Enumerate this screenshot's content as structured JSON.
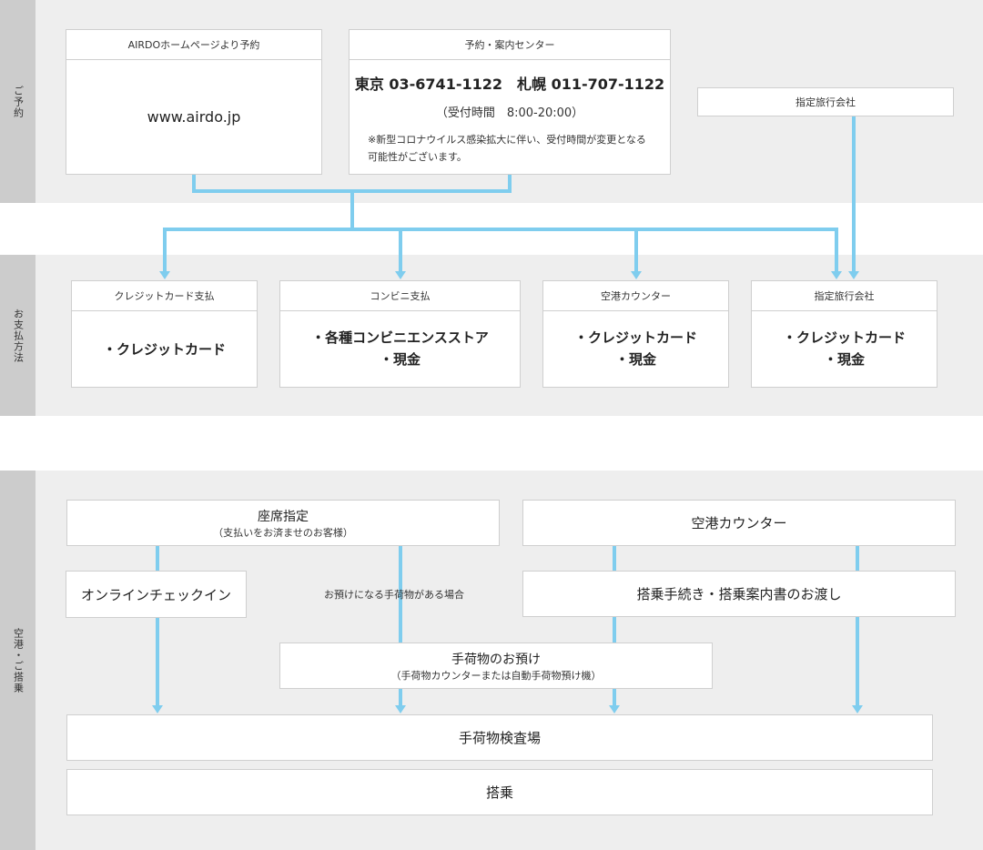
{
  "sections": {
    "reservation": "ご予約",
    "payment": "お支払方法",
    "boarding": "空港・ご搭乗"
  },
  "reservation": {
    "web": {
      "header": "AIRDOホームページより予約",
      "url": "www.airdo.jp"
    },
    "center": {
      "header": "予約・案内センター",
      "phones": "東京 03-6741-1122　札幌 011-707-1122",
      "hours": "（受付時間　8:00-20:00）",
      "note": "※新型コロナウイルス感染拡大に伴い、受付時間が変更となる可能性がございます。"
    },
    "agency": {
      "label": "指定旅行会社"
    }
  },
  "payment": {
    "credit": {
      "header": "クレジットカード支払",
      "items": [
        "・クレジットカード"
      ]
    },
    "convenience": {
      "header": "コンビニ支払",
      "items": [
        "・各種コンビニエンスストア",
        "・現金"
      ]
    },
    "airport": {
      "header": "空港カウンター",
      "items": [
        "・クレジットカード",
        "・現金"
      ]
    },
    "agency": {
      "header": "指定旅行会社",
      "items": [
        "・クレジットカード",
        "・現金"
      ]
    }
  },
  "boarding": {
    "seat": {
      "title": "座席指定",
      "sub": "（支払いをお済ませのお客様）"
    },
    "airport_counter": "空港カウンター",
    "online_checkin": "オンラインチェックイン",
    "baggage_note": "お預けになる手荷物がある場合",
    "procedures": "搭乗手続き・搭乗案内書のお渡し",
    "baggage": {
      "title": "手荷物のお預け",
      "sub": "（手荷物カウンターまたは自動手荷物預け機）"
    },
    "security": "手荷物検査場",
    "board": "搭乗"
  },
  "colors": {
    "connector": "#7fcdee",
    "band": "#eeeeee",
    "sidebar": "#cccccc"
  }
}
